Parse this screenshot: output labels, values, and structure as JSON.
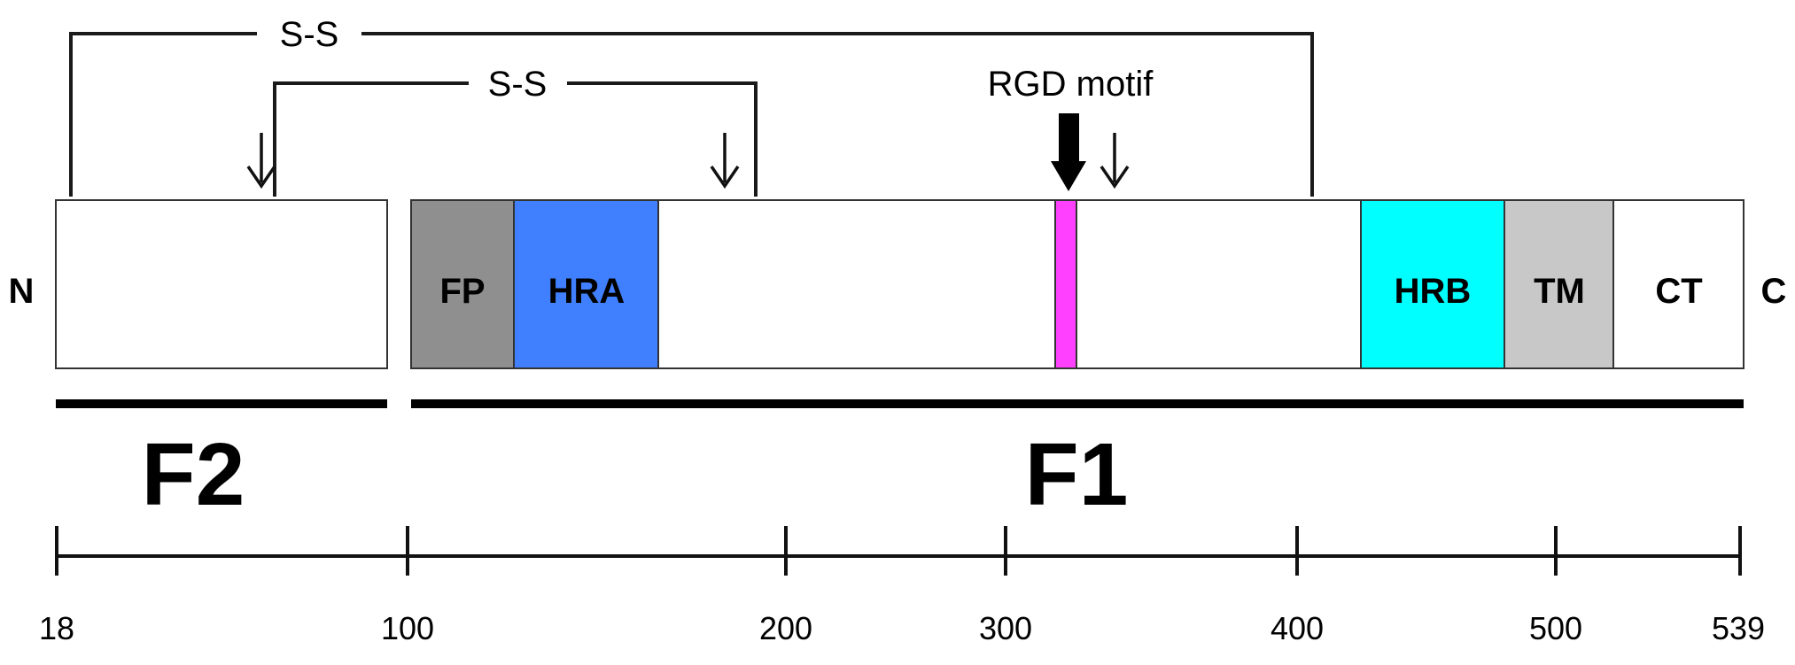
{
  "terminals": {
    "n": "N",
    "c": "C"
  },
  "domains": [
    {
      "key": "fp",
      "label": "FP",
      "color": "#8f8f8f"
    },
    {
      "key": "hra",
      "label": "HRA",
      "color": "#4080ff"
    },
    {
      "key": "rgd",
      "label": "",
      "color": "#ff40ff"
    },
    {
      "key": "hrb",
      "label": "HRB",
      "color": "#00ffff"
    },
    {
      "key": "tm",
      "label": "TM",
      "color": "#c8c8c8"
    },
    {
      "key": "ct",
      "label": "CT",
      "color": "#ffffff"
    }
  ],
  "bonds": [
    {
      "key": "outer",
      "label": "S-S"
    },
    {
      "key": "inner",
      "label": "S-S"
    }
  ],
  "motif": {
    "label": "RGD motif"
  },
  "fragments": [
    {
      "key": "f2",
      "label": "F2"
    },
    {
      "key": "f1",
      "label": "F1"
    }
  ],
  "scale": {
    "ticks": [
      "18",
      "100",
      "200",
      "300",
      "400",
      "500",
      "539"
    ]
  }
}
